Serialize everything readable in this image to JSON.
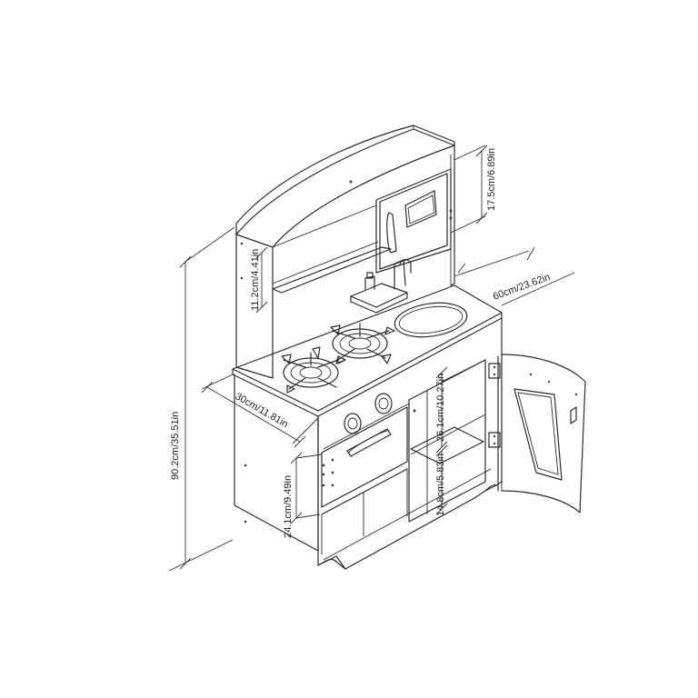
{
  "dimensions": {
    "height_total": "90.2cm/35.51in",
    "width": "60cm/23.62in",
    "depth": "30cm/11.81in",
    "top_shelf_height": "17.5cm/6.89in",
    "mid_shelf_height": "11.2cm/4.41in",
    "oven_height": "24.1cm/9.49in",
    "cabinet_upper_height": "26.1cm/10.27in",
    "cabinet_lower_height": "14.8cm/5.83in"
  },
  "colors": {
    "line": "#2b2b2b",
    "background": "#ffffff"
  }
}
